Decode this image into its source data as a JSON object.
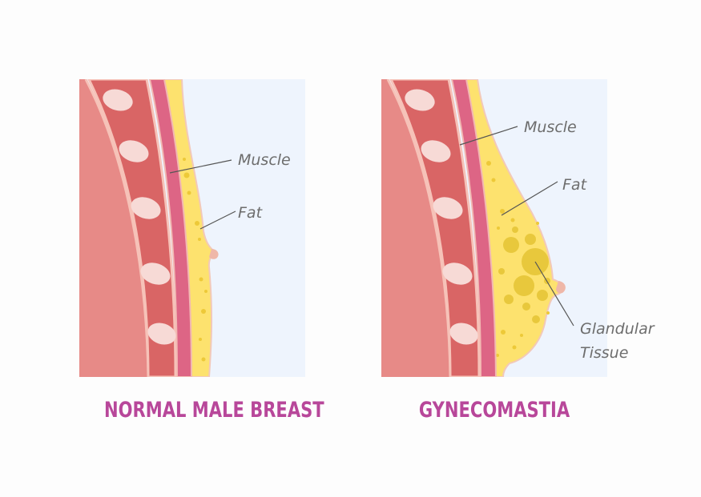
{
  "left_diagram": {
    "caption": "NORMAL MALE BREAST",
    "labels": {
      "muscle": "Muscle",
      "fat": "Fat"
    }
  },
  "right_diagram": {
    "caption": "GYNECOMASTIA",
    "labels": {
      "muscle": "Muscle",
      "fat": "Fat",
      "glandular_line1": "Glandular",
      "glandular_line2": "Tissue"
    }
  },
  "colors": {
    "background_panel": "#eef4fd",
    "chest_wall": "#e78a87",
    "rib_band": "#d96565",
    "rib_border": "#f6c2b8",
    "ribs": "#f7dad6",
    "muscle": "#dd6585",
    "fat": "#fde26e",
    "fat_dots": "#edc938",
    "caption": "#b8479a",
    "label_text": "#6d6d6d"
  }
}
